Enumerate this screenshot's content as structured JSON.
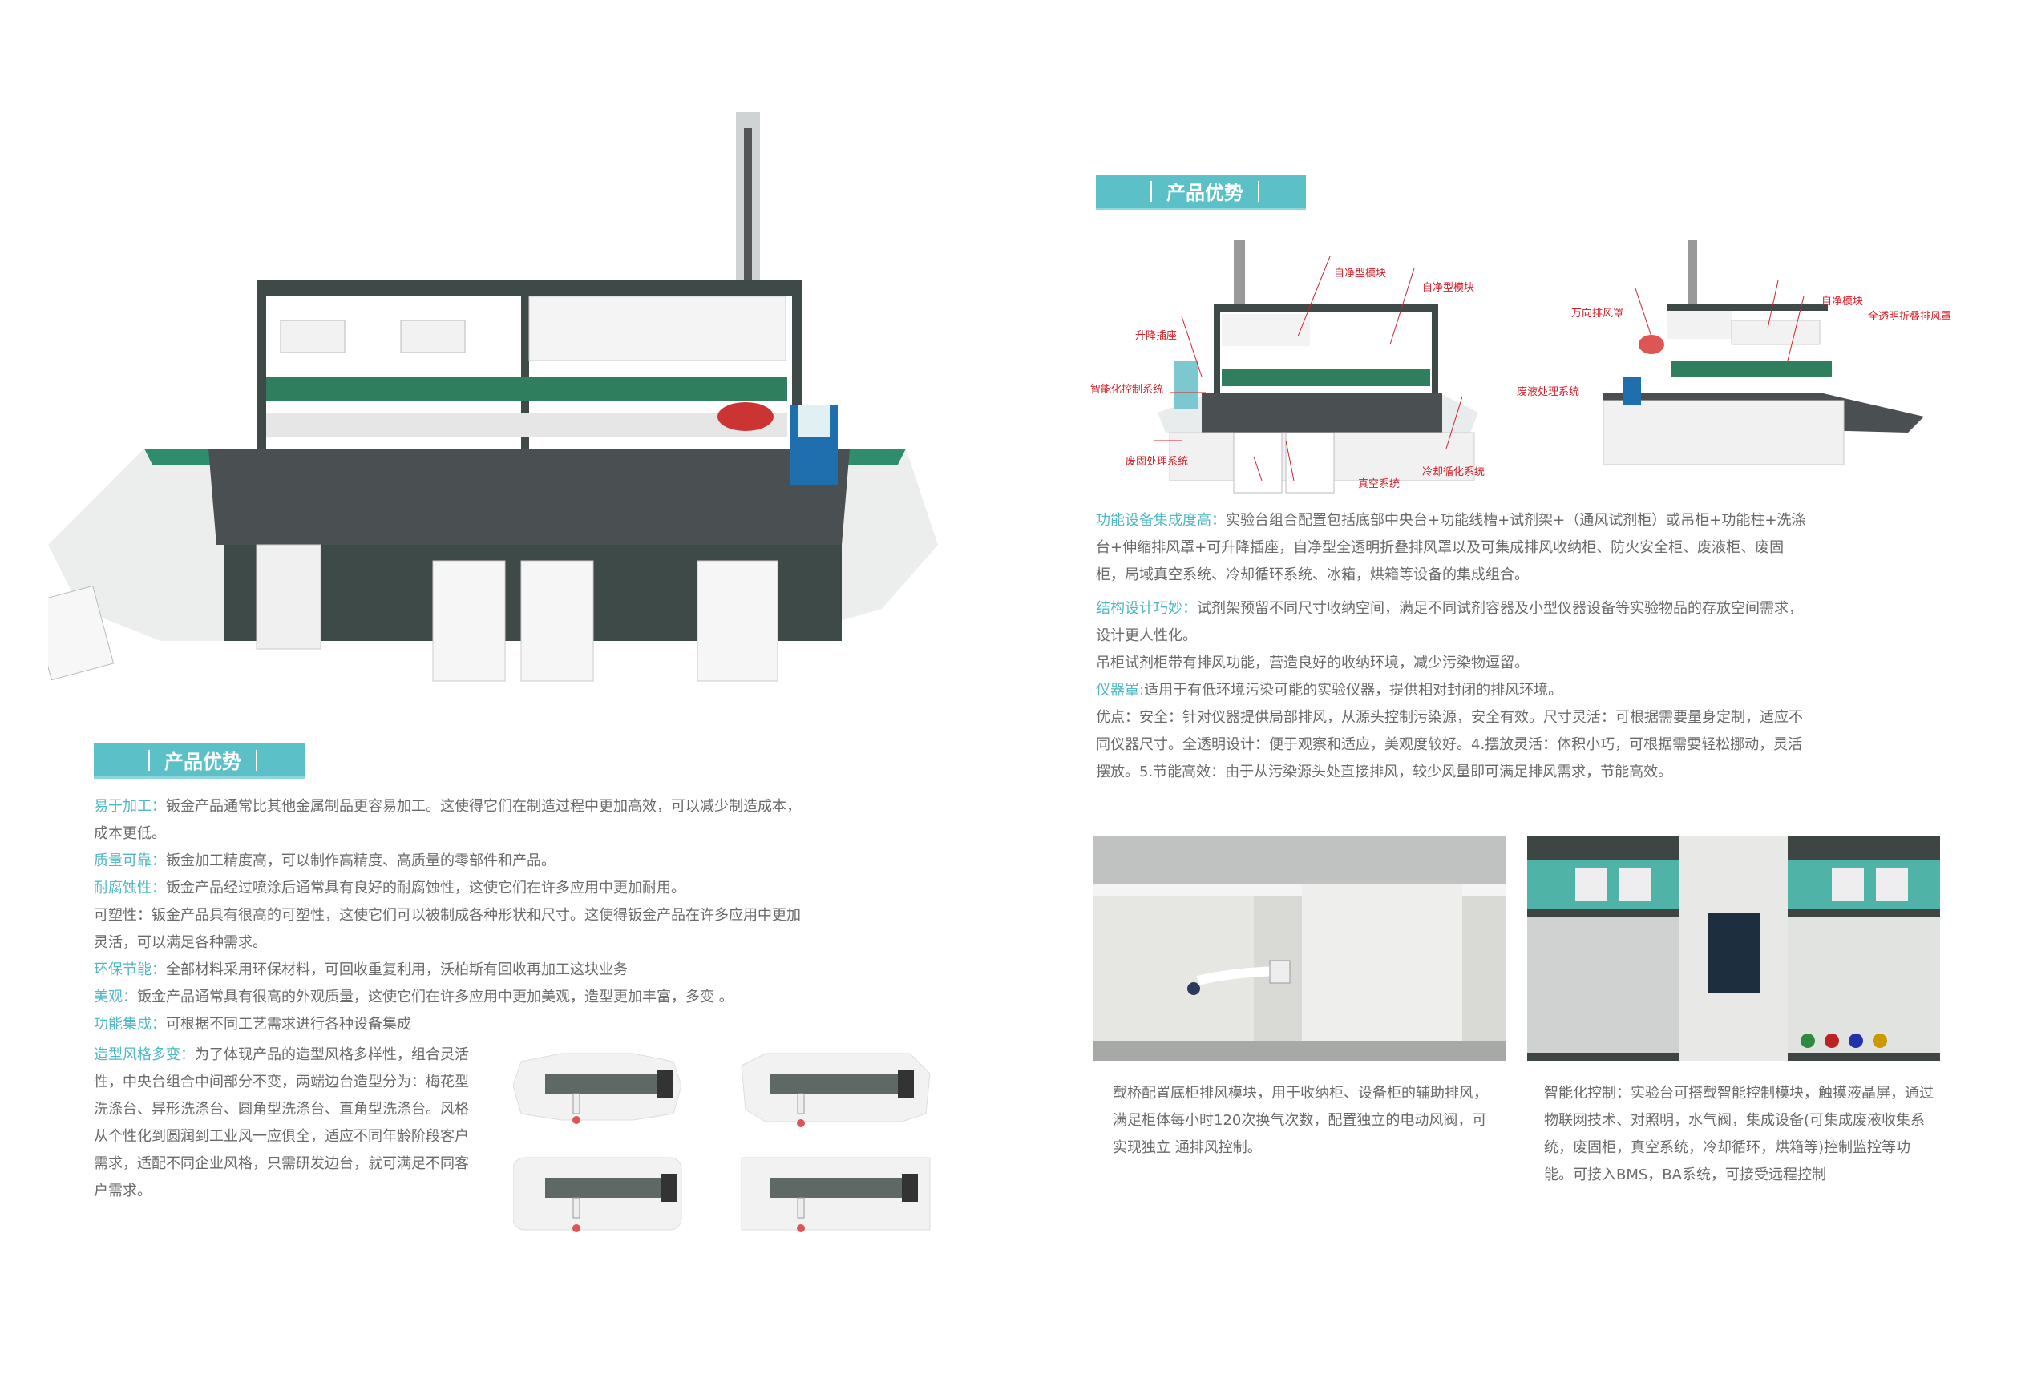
{
  "left": {
    "header": "产品优势",
    "items": [
      {
        "label": "易于加工：",
        "text": "钣金产品通常比其他金属制品更容易加工。这使得它们在制造过程中更加高效，可以减少制造成本，成本更低。"
      },
      {
        "label": "质量可靠：",
        "text": "钣金加工精度高，可以制作高精度、高质量的零部件和产品。"
      },
      {
        "label": "耐腐蚀性：",
        "text": "钣金产品经过喷涂后通常具有良好的耐腐蚀性，这使它们在许多应用中更加耐用。"
      },
      {
        "label": "",
        "text": "可塑性：钣金产品具有很高的可塑性，这使它们可以被制成各种形状和尺寸。这使得钣金产品在许多应用中更加灵活，可以满足各种需求。"
      },
      {
        "label": "环保节能：",
        "text": "全部材料采用环保材料，可回收重复利用，沃柏斯有回收再加工这块业务"
      },
      {
        "label": "美观：",
        "text": "钣金产品通常具有很高的外观质量，这使它们在许多应用中更加美观，造型更加丰富，多变 。"
      },
      {
        "label": "功能集成：",
        "text": "可根据不同工艺需求进行各种设备集成"
      }
    ],
    "style": {
      "label": "造型风格多变：",
      "text": "为了体现产品的造型风格多样性，组合灵活性，中央台组合中间部分不变，两端边台造型分为：梅花型洗涤台、异形洗涤台、圆角型洗涤台、直角型洗涤台。风格从个性化到圆润到工业风一应俱全，适应不同年龄阶段客户需求，适配不同企业风格，只需研发边台，就可满足不同客户需求。"
    }
  },
  "right": {
    "header": "产品优势",
    "callouts_a": [
      "自净型模块",
      "自净型模块",
      "升降插座",
      "智能化控制系统",
      "废液处理系统",
      "废固处理系统",
      "冷却循化系统",
      "真空系统"
    ],
    "callouts_b": [
      "万向排风罩",
      "自净模块",
      "全透明折叠排风罩"
    ],
    "items": [
      {
        "label": "功能设备集成度高：",
        "text": "实验台组合配置包括底部中央台+功能线槽+试剂架+（通风试剂柜）或吊柜+功能柱+洗涤台+伸缩排风罩+可升降插座，自净型全透明折叠排风罩以及可集成排风收纳柜、防火安全柜、废液柜、废固柜，局域真空系统、冷却循环系统、冰箱，烘箱等设备的集成组合。"
      },
      {
        "label": "结构设计巧妙：",
        "text": "试剂架预留不同尺寸收纳空间，满足不同试剂容器及小型仪器设备等实验物品的存放空间需求，设计更人性化。"
      },
      {
        "label": "",
        "text": "吊柜试剂柜带有排风功能，营造良好的收纳环境，减少污染物逗留。"
      },
      {
        "label": "仪器罩:",
        "text": "适用于有低环境污染可能的实验仪器，提供相对封闭的排风环境。"
      },
      {
        "label": "",
        "text": "优点：安全：针对仪器提供局部排风，从源头控制污染源，安全有效。尺寸灵活：可根据需要量身定制，适应不同仪器尺寸。全透明设计：便于观察和适应，美观度较好。4.摆放灵活：体积小巧，可根据需要轻松挪动，灵活摆放。5.节能高效：由于从污染源头处直接排风，较少风量即可满足排风需求，节能高效。"
      }
    ],
    "caption_left": "载桥配置底柜排风模块，用于收纳柜、设备柜的辅助排风，满足柜体每小时120次换气次数，配置独立的电动风阀，可实现独立 通排风控制。",
    "caption_right": "智能化控制：实验台可搭载智能控制模块，触摸液晶屏，通过物联网技术、对照明，水气阀，集成设备(可集成废液收集系统，废固柜，真空系统，冷却循环，烘箱等)控制监控等功能。可接入BMS，BA系统，可接受远程控制"
  },
  "colors": {
    "accent": "#5bc0c8",
    "text": "#6a6a6a",
    "callout": "#d8202a",
    "frame": "#3d4a48"
  }
}
